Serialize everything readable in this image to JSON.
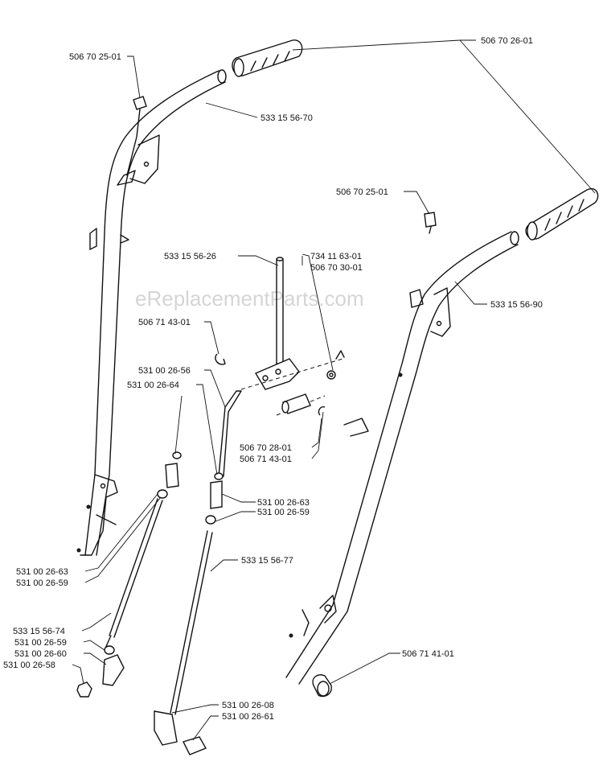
{
  "watermark": "eReplacementParts.com",
  "labels": {
    "l01": "506 70 26-01",
    "l02": "506 70 25-01",
    "l03": "533 15 56-70",
    "l04": "506 70 25-01",
    "l05": "533 15 56-26",
    "l06": "734 11 63-01",
    "l07": "506 70 30-01",
    "l08": "533 15 56-90",
    "l09": "506 71 43-01",
    "l10": "531 00 26-56",
    "l11": "531 00 26-64",
    "l12": "506 70 28-01",
    "l13": "506 71 43-01",
    "l14": "531 00 26-63",
    "l15": "531 00 26-59",
    "l16": "533 15 56-77",
    "l17": "531 00 26-63",
    "l18": "531 00 26-59",
    "l19": "533 15 56-74",
    "l20": "531 00 26-59",
    "l21": "531 00 26-60",
    "l22": "531 00 26-58",
    "l23": "506 71 41-01",
    "l24": "531 00 26-08",
    "l25": "531 00 26-61"
  }
}
